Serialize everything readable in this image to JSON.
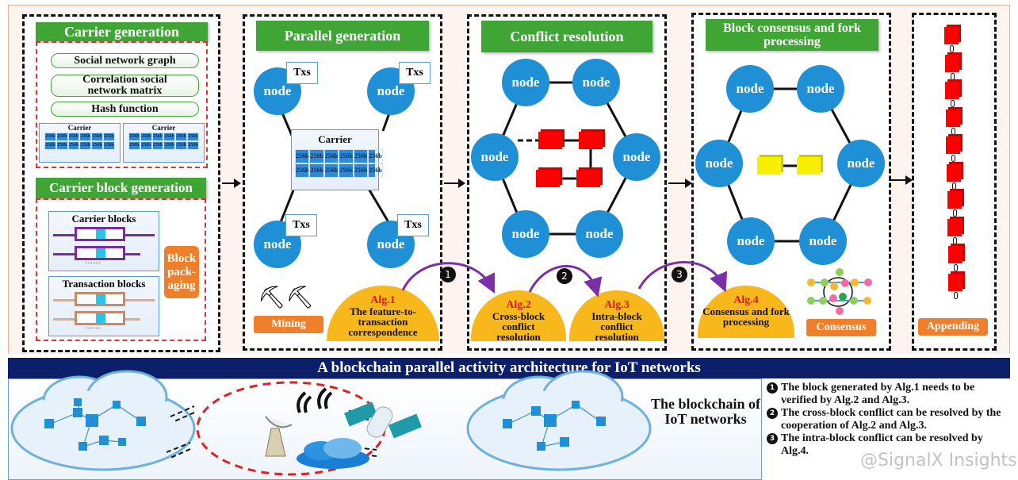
{
  "diagram": {
    "banner_title": "A blockchain parallel activity architecture  for IoT networks",
    "stage1": {
      "carrier_generation_title": "Carrier generation",
      "steps": [
        "Social network graph",
        "Correlation social network matrix",
        "Hash function"
      ],
      "carrier_label": "Carrier",
      "cell_label": "256b",
      "carrier_block_generation_title": "Carrier block generation",
      "carrier_blocks_label": "Carrier blocks",
      "transaction_blocks_label": "Transaction blocks",
      "ellipsis": "······",
      "block_packaging_label": "Block pack-aging"
    },
    "stage2": {
      "title": "Parallel generation",
      "node_label": "node",
      "txs_label": "Txs",
      "carrier_label": "Carrier",
      "cell_label": "256b",
      "mining_label": "Mining",
      "alg_name": "Alg.1",
      "alg_desc": "The feature-to-transaction correspondence"
    },
    "stage3": {
      "title": "Conflict resolution",
      "node_label": "node",
      "alg2_name": "Alg.2",
      "alg2_desc": "Cross-block conflict resolution",
      "alg3_name": "Alg.3",
      "alg3_desc": "Intra-block conflict resolution"
    },
    "stage4": {
      "title": "Block consensus and fork processing",
      "node_label": "node",
      "alg_name": "Alg.4",
      "alg_desc": "Consensus and fork processing",
      "consensus_label": "Consensus"
    },
    "stage5": {
      "appending_label": "Appending",
      "chain_length": 10
    },
    "steps_markers": [
      "1",
      "2",
      "3"
    ],
    "bottom": {
      "iot_label": "The blockchain of IoT networks",
      "notes": [
        {
          "marker": "1",
          "text": "The block generated by Alg.1 needs to be verified by Alg.2 and Alg.3."
        },
        {
          "marker": "2",
          "text": "The cross-block conflict can be resolved by the cooperation of Alg.2 and Alg.3."
        },
        {
          "marker": "3",
          "text": "The intra-block conflict can be resolved by Alg.4."
        }
      ],
      "watermark": "@SignalX Insights"
    },
    "colors": {
      "green": "#3fa535",
      "node_blue": "#1f8fd6",
      "alg_yellow": "#f8b81c",
      "alg_red": "#d41b1b",
      "orange": "#f07f2c",
      "banner_navy": "#0b1f6a",
      "purple_arrow": "#7b2fa8",
      "block_red": "#ff0000",
      "block_yellow": "#f7f000"
    }
  }
}
